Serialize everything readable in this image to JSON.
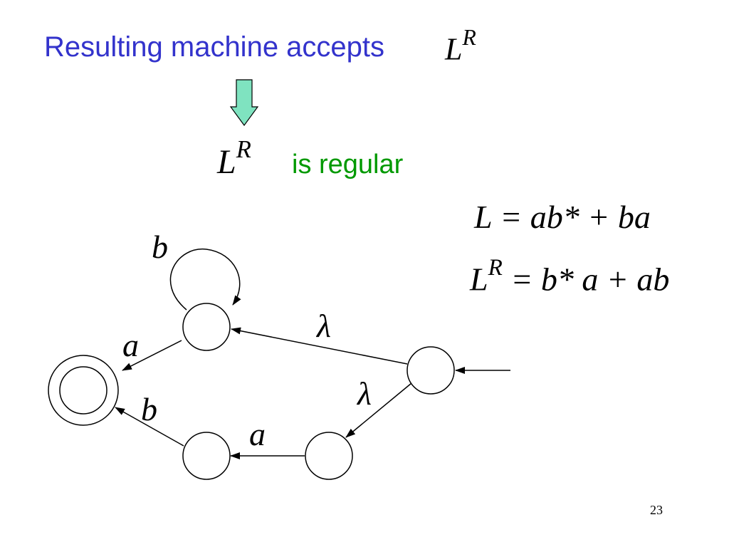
{
  "title": {
    "text": "Resulting machine accepts",
    "lang_base": "L",
    "lang_sup": "R"
  },
  "conclusion": {
    "lang_base": "L",
    "lang_sup": "R",
    "text": "is regular"
  },
  "equations": {
    "eq1": {
      "lhs": "L",
      "rhs": "= ab* + ba"
    },
    "eq2": {
      "lhs_base": "L",
      "lhs_sup": "R",
      "rhs": "= b* a + ab"
    }
  },
  "automaton": {
    "labels": {
      "loop_b": "b",
      "edge_a_top": "a",
      "edge_lambda_top": "λ",
      "edge_lambda_bottom": "λ",
      "edge_b_bottom": "b",
      "edge_a_bottom": "a"
    }
  },
  "colors": {
    "title": "#3333cc",
    "regular": "#009900",
    "arrow_fill": "#7fe3c0"
  },
  "page_number": "23"
}
